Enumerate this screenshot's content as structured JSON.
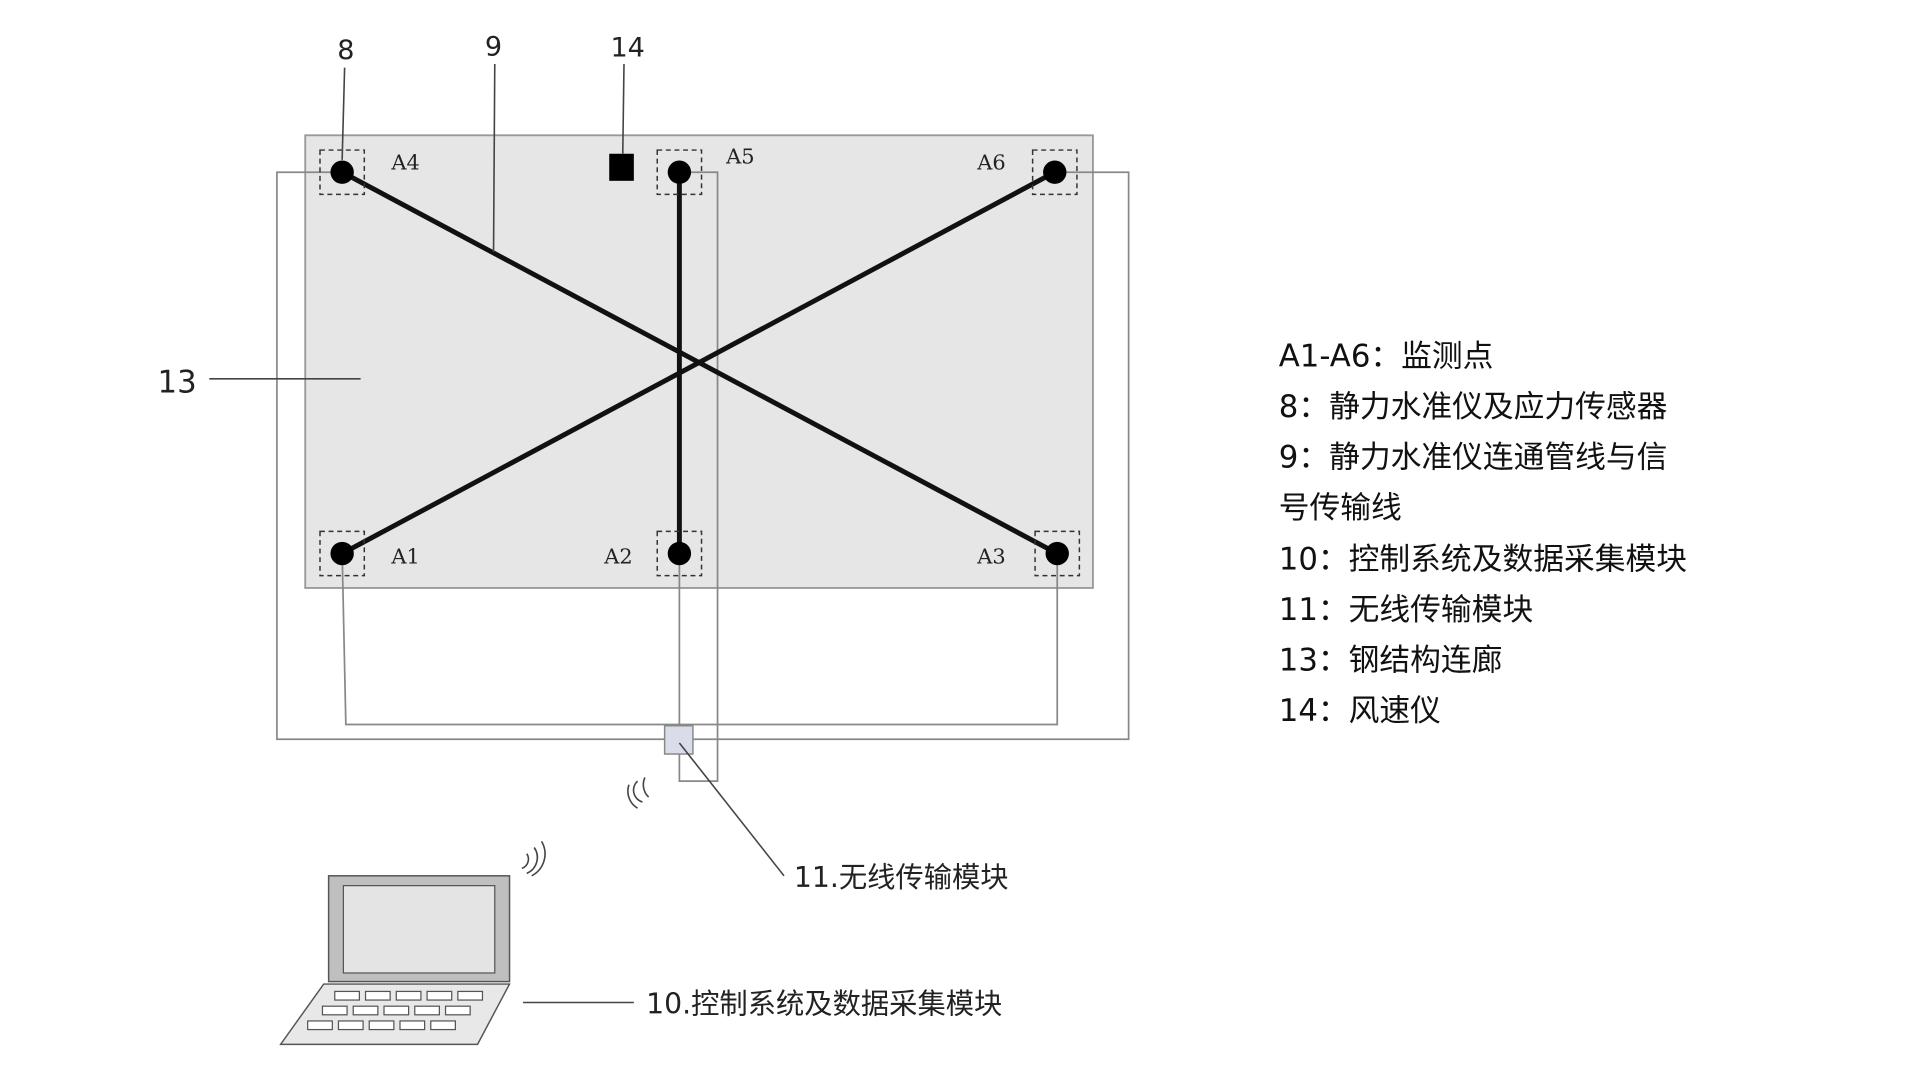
{
  "callouts": {
    "c8": "8",
    "c9": "9",
    "c14": "14",
    "c13": "13"
  },
  "points": [
    "A1",
    "A2",
    "A3",
    "A4",
    "A5",
    "A6"
  ],
  "labels": {
    "wireless": "11.无线传输模块",
    "control": "10.控制系统及数据采集模块"
  },
  "legend": [
    "A1-A6：监测点",
    "8：静力水准仪及应力传感器",
    "9：静力水准仪连通管线与信",
    "号传输线",
    "10：控制系统及数据采集模块",
    "11：无线传输模块",
    "13：钢结构连廊",
    "14：风速仪"
  ],
  "colors": {
    "corridor_fill": "#e6e6e6",
    "module_fill": "#d9dde9"
  }
}
